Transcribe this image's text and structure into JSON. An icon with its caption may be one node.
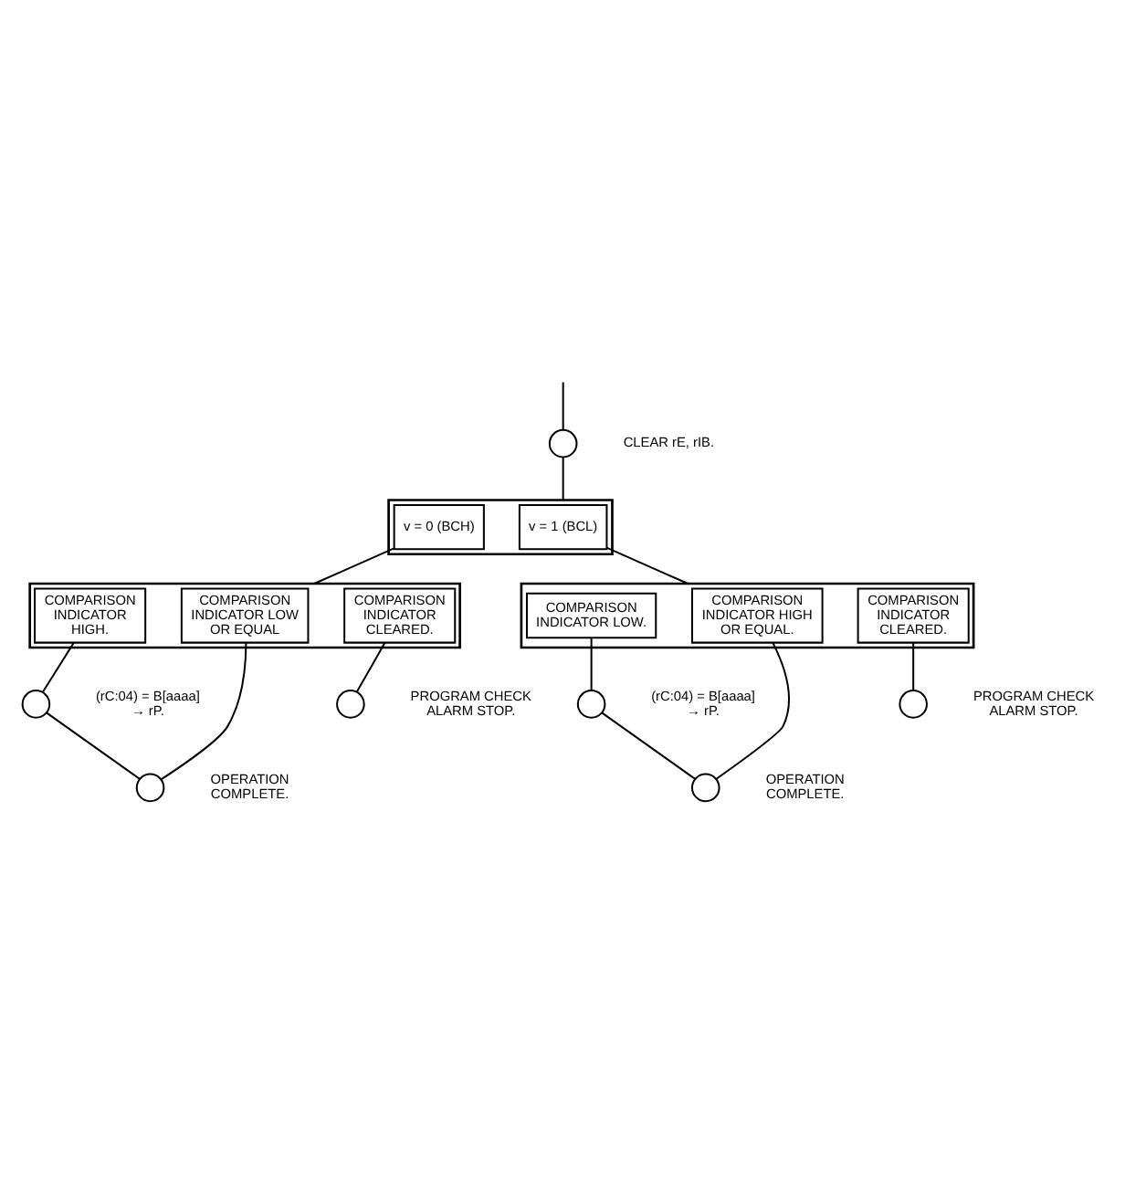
{
  "diagram": {
    "nodes": [
      {
        "text": [],
        "shape": "circle",
        "beside": [
          "CLEAR rE, rIB."
        ]
      },
      {
        "text": [],
        "shape": "box"
      },
      {
        "text": [
          "v = 0 (BCH)"
        ],
        "in": 1
      },
      {
        "text": [
          "v = 1 (BCL)"
        ],
        "in": 1
      },
      {
        "text": [],
        "shape": "box"
      },
      {
        "text": [
          "COMPARISON INDICATOR HIGH."
        ],
        "in": 4
      },
      {
        "text": [
          "COMPARISON INDICATOR LOW OR EQUAL"
        ],
        "in": 4
      },
      {
        "text": [
          "COMPARISON INDICATOR CLEARED."
        ],
        "in": 4
      },
      {
        "text": [],
        "shape": "circle",
        "beside": [
          "(rC:04) = B[aaaa] → rP."
        ]
      },
      {
        "text": [],
        "shape": "circle",
        "beside": [
          "PROGRAM CHECK ALARM STOP."
        ]
      },
      {
        "text": [],
        "shape": "circle",
        "beside": [
          "OPERATION COMPLETE."
        ]
      },
      {
        "text": [],
        "shape": "box"
      },
      {
        "text": [
          "COMPARISON INDICATOR LOW."
        ],
        "in": 11
      },
      {
        "text": [
          "COMPARISON INDICATOR HIGH OR EQUAL."
        ],
        "in": 11
      },
      {
        "text": [
          "COMPARISON INDICATOR CLEARED."
        ],
        "in": 11
      },
      {
        "text": [],
        "shape": "circle",
        "beside": [
          "(rC:04) = B[aaaa] → rP."
        ]
      },
      {
        "text": [],
        "shape": "circle",
        "beside": [
          "PROGRAM CHECK ALARM STOP."
        ]
      },
      {
        "text": [],
        "shape": "circle",
        "beside": [
          "OPERATION COMPLETE."
        ]
      }
    ],
    "edges": [
      {
        "from": null,
        "to": 0,
        "arrow": "none"
      },
      {
        "from": 0,
        "to": 1,
        "arrow": "none"
      },
      {
        "from": 2,
        "to": 4,
        "arrow": "none"
      },
      {
        "from": 3,
        "to": 11,
        "arrow": "none"
      },
      {
        "from": 5,
        "to": 8,
        "arrow": "none"
      },
      {
        "from": 8,
        "to": 10,
        "arrow": "none"
      },
      {
        "from": 6,
        "to": 10,
        "arrow": "none"
      },
      {
        "from": 7,
        "to": 9,
        "arrow": "none"
      },
      {
        "from": 12,
        "to": 15,
        "arrow": "none"
      },
      {
        "from": 15,
        "to": 17,
        "arrow": "none"
      },
      {
        "from": 13,
        "to": 17,
        "arrow": "none"
      },
      {
        "from": 14,
        "to": 16,
        "arrow": "none"
      }
    ]
  }
}
